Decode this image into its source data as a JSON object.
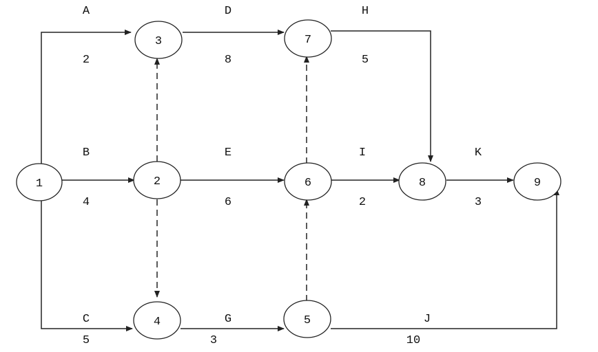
{
  "diagram": {
    "type": "activity-on-arrow network",
    "nodes": [
      "1",
      "2",
      "3",
      "4",
      "5",
      "6",
      "7",
      "8",
      "9"
    ],
    "activities": {
      "A": {
        "label": "A",
        "duration": "2",
        "from": "1",
        "to": "3"
      },
      "B": {
        "label": "B",
        "duration": "4",
        "from": "1",
        "to": "2"
      },
      "C": {
        "label": "C",
        "duration": "5",
        "from": "1",
        "to": "4"
      },
      "D": {
        "label": "D",
        "duration": "8",
        "from": "3",
        "to": "7"
      },
      "E": {
        "label": "E",
        "duration": "6",
        "from": "2",
        "to": "6"
      },
      "G": {
        "label": "G",
        "duration": "3",
        "from": "4",
        "to": "5"
      },
      "H": {
        "label": "H",
        "duration": "5",
        "from": "7",
        "to": "8"
      },
      "I": {
        "label": "I",
        "duration": "2",
        "from": "6",
        "to": "8"
      },
      "J": {
        "label": "J",
        "duration": "10",
        "from": "5",
        "to": "9"
      },
      "K": {
        "label": "K",
        "duration": "3",
        "from": "8",
        "to": "9"
      }
    },
    "dummy_activities": [
      {
        "from": "2",
        "to": "3"
      },
      {
        "from": "2",
        "to": "4"
      },
      {
        "from": "6",
        "to": "7"
      },
      {
        "from": "5",
        "to": "6"
      }
    ]
  }
}
